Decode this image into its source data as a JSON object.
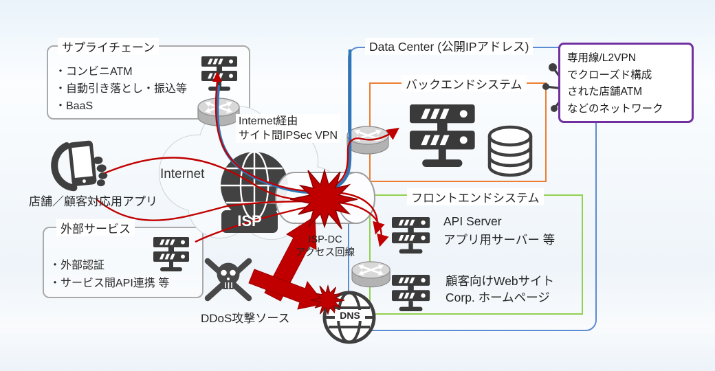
{
  "colors": {
    "attack_red": "#C00000",
    "vpn_blue": "#2E75B6",
    "datacenter_border": "#5B8BD0",
    "backend_border": "#ED7D31",
    "frontend_border": "#92D050",
    "closed_note_border": "#7030A0",
    "generic_box_border": "#A6A6A6",
    "icon_dark": "#3F3F3F"
  },
  "supply_chain": {
    "title": "サプライチェーン",
    "items": [
      "・コンビニATM",
      "・自動引き落とし・振込等",
      "・BaaS"
    ]
  },
  "vpn_label": {
    "line1": "Internet経由",
    "line2": "サイト間IPSec VPN"
  },
  "datacenter": {
    "label": "Data Center (公開IPアドレス)"
  },
  "closed_network_note": {
    "lines": [
      "専用線/L2VPN",
      "でクローズド構成",
      "された店舗ATM",
      "などのネットワーク"
    ]
  },
  "backend": {
    "title": "バックエンドシステム"
  },
  "frontend": {
    "title": "フロントエンドシステム",
    "api_server": {
      "line1": "API Server",
      "line2": "アプリ用サーバー 等"
    },
    "web_server": {
      "line1": "顧客向けWebサイト",
      "line2": "Corp. ホームページ"
    }
  },
  "internet": {
    "label": "Internet",
    "isp_label": "ISP"
  },
  "app": {
    "label": "店舗／顧客対応用アプリ"
  },
  "external_service": {
    "title": "外部サービス",
    "items": [
      "・外部認証",
      "・サービス間API連携 等"
    ]
  },
  "access_line": {
    "line1": "ISP-DC",
    "line2": "アクセス回線"
  },
  "ddos": {
    "label": "DDoS攻撃ソース"
  },
  "dns": {
    "label": "DNS"
  }
}
